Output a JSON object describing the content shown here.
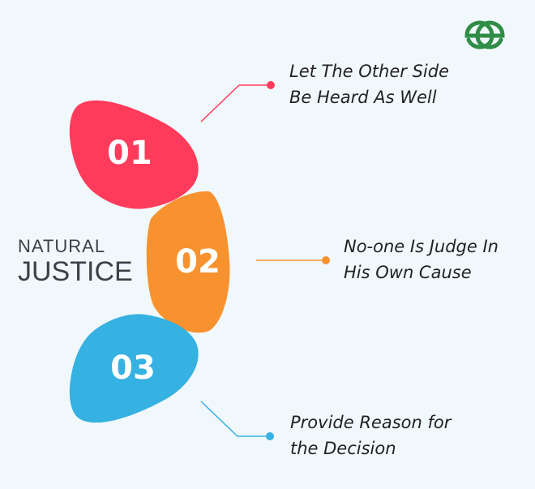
{
  "logo": {
    "name": "gfg-logo-icon",
    "color": "#2f8d46"
  },
  "center": {
    "subtitle": "NATURAL",
    "title": "JUSTICE"
  },
  "steps": [
    {
      "number": "01",
      "color": "#ff3b5c",
      "line1": "Let The Other Side",
      "line2": "Be Heard As Well"
    },
    {
      "number": "02",
      "color": "#f7922e",
      "line1": "No-one Is Judge In",
      "line2": "His Own Cause"
    },
    {
      "number": "03",
      "color": "#35b1e2",
      "line1": "Provide Reason for",
      "line2": "the Decision"
    }
  ]
}
